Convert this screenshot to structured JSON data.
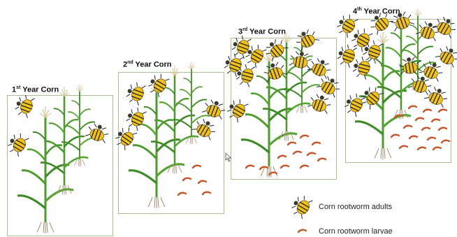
{
  "panels": [
    {
      "ordinal": "1",
      "sup": "st",
      "label": "Year Corn"
    },
    {
      "ordinal": "2",
      "sup": "nd",
      "label": "Year Corn"
    },
    {
      "ordinal": "3",
      "sup": "rd",
      "label": "Year Corn"
    },
    {
      "ordinal": "4",
      "sup": "th",
      "label": "Year Corn"
    }
  ],
  "legend": {
    "adults": "Corn rootworm adults",
    "larvae": "Corn rootworm larvae"
  },
  "colors": {
    "beetle": "#f2c21b",
    "stripe": "#2b2b2b",
    "larva": "#c8552a",
    "leaf": "#4d9a2e",
    "panel_border": "#a9bf8f"
  }
}
